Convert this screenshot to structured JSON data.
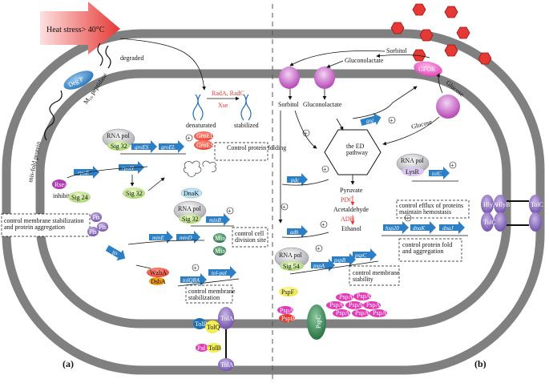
{
  "heat_stress": "Heat stress> 40°C",
  "panel_a": "(a)",
  "panel_b": "(b)",
  "left": {
    "deg_p": "Deg P",
    "mio_peptidase": "M₁₆ peptidase",
    "degraded": "degraded",
    "misfold_protein": "mis-fold protein",
    "rada_radc": "RadA, RadC",
    "xse": "Xse",
    "denaturated": "denaturated",
    "stabilized": "stabilized",
    "rna_pol": "RNA pol",
    "sig32": "Sig 32",
    "gene_groes": "groES",
    "gene_groel": "groEL",
    "groel": "GroEL",
    "groes": "GroES",
    "control_folding": "Control protein folding",
    "gene_rpoe": "rpoE",
    "gene_rpoh": "rpoH",
    "rsea": "RseA",
    "inhibited": "inhibited",
    "sig24": "Sig 24",
    "sig32_b": "Sig 32",
    "dnak": "DnaK",
    "rna_pol2": "RNA pol",
    "sig32_2": "Sig 32",
    "gene_minb": "minB",
    "control_cell": "control cell division site",
    "control_membrane_agg": "control membrane stabilization and protein aggregation",
    "fts1": "Fts",
    "fts2": "Fts",
    "fts3": "Fts",
    "gene_fts": "fts",
    "gene_mine": "minE",
    "gene_mind": "minD",
    "min1": "Min",
    "min2": "Min",
    "wzb": "WzbA",
    "dsba": "DsbA",
    "gene_tolqr": "tolQRA",
    "gene_tolpal": "tol-pal",
    "control_membrane_stab": "control membrane stabilization",
    "tolr": "TolR",
    "tolq": "TolQ",
    "tola1": "TolA",
    "pal": "Pal",
    "tolb": "TolB",
    "tola2": "TolA"
  },
  "right": {
    "sorbitol": "Sorbitol",
    "gluconolactate": "Gluconolactate",
    "gfor": "GFOR",
    "glucose": "Glucose",
    "sorbitol_in": "Sorbitol",
    "gluconolactate_in": "Gluconolactate",
    "gene_gnl": "gnl",
    "glucose_in": "Glucose",
    "ed_pathway": "the ED pathway",
    "gene_pdc": "pdc",
    "pyruvate": "Pyruvate",
    "pdc": "PDC",
    "acetaldehyde": "Acetaldehyde",
    "adh": "ADH",
    "ethanol": "Ethanol",
    "gene_adh": "adh",
    "rna_pol": "RNA pol",
    "lysr": "LysR",
    "gene_tolc": "tolC",
    "tolc_out": "TolC",
    "hlya": "HlyA",
    "hlyb": "HlyB",
    "tolc_in": "TolC",
    "control_efflux": "control efflux of proteins maintain hemostasis",
    "gene_hsp20": "hsp20",
    "gene_dnak": "dnaK",
    "gene_dnaj": "dnaJ",
    "control_fold": "control protein fold and aggregation",
    "rna_pol2": "RNA pol",
    "sig54": "Sig 54",
    "gene_pspa": "pspA",
    "gene_pspb": "pspB",
    "gene_pspc": "pspC",
    "control_stability": "control membrane stability",
    "pspf": "PspF",
    "pspa_rna": "PspA",
    "pspb_rna": "PspB",
    "pspc": "PspC",
    "pspa": "PspA"
  }
}
